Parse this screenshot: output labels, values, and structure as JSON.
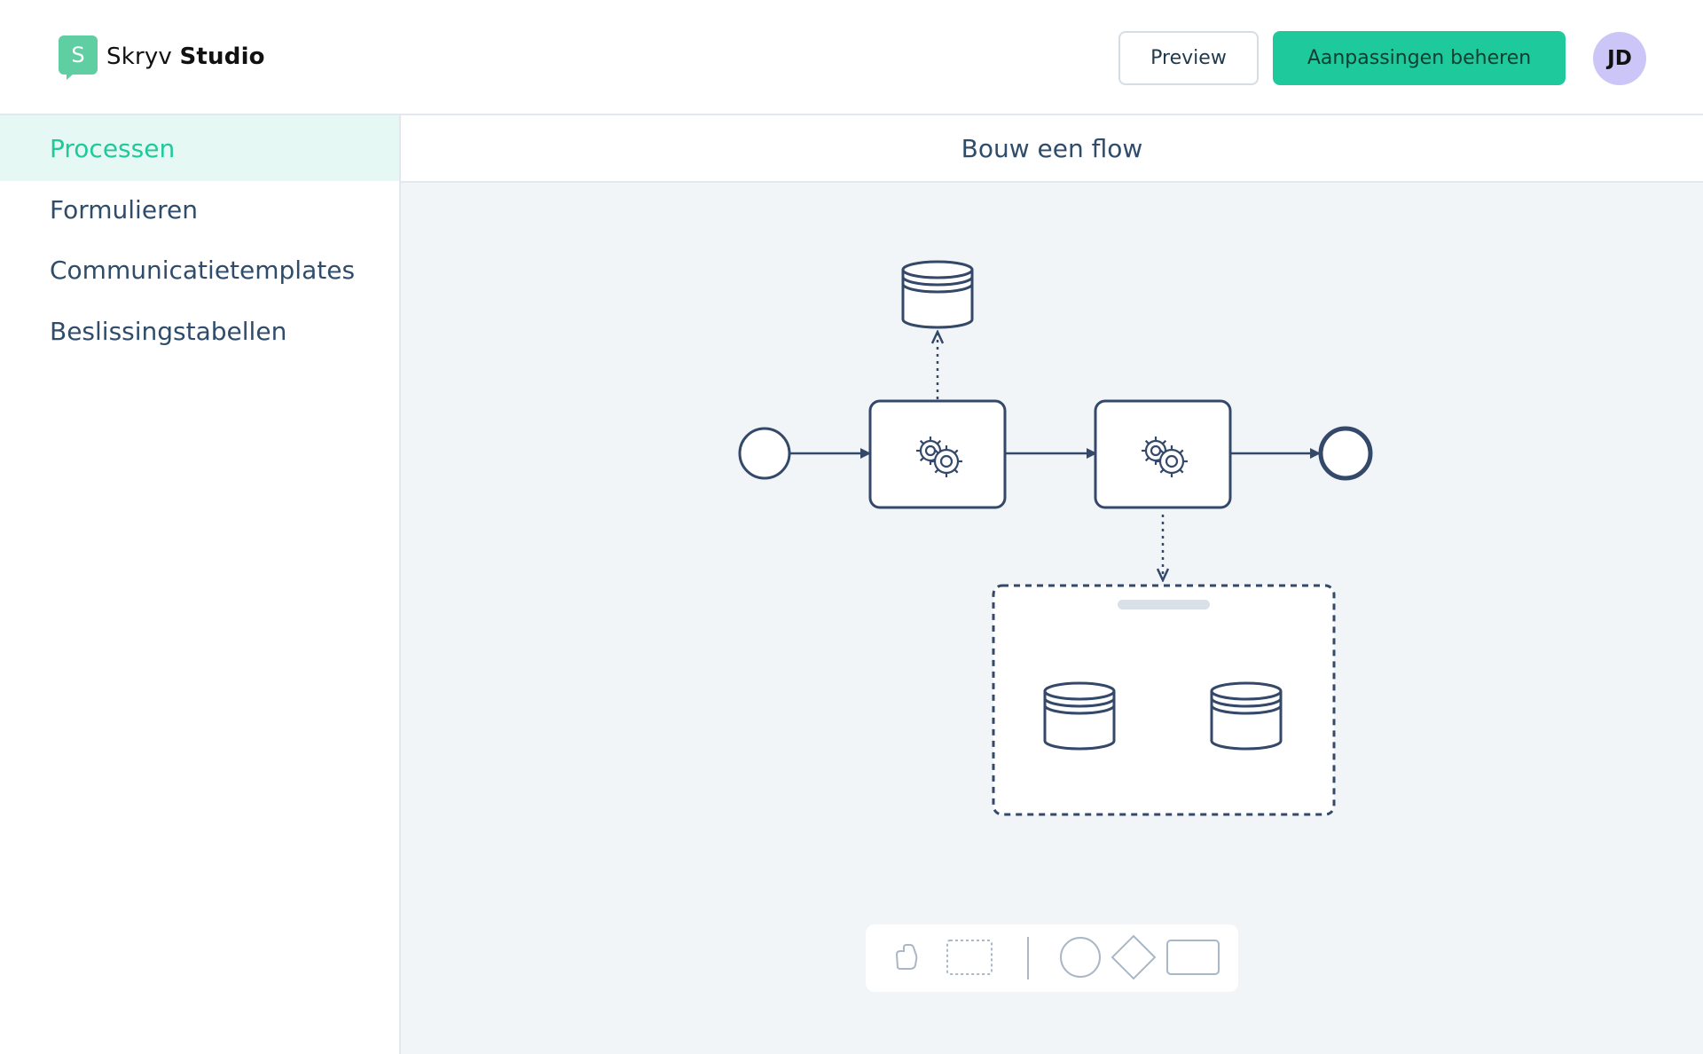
{
  "app": {
    "logo_letter": "S",
    "logo_name_regular": "Skryv",
    "logo_name_bold": "Studio"
  },
  "header": {
    "preview_label": "Preview",
    "manage_label": "Aanpassingen beheren",
    "avatar_initials": "JD"
  },
  "sidebar": {
    "items": [
      {
        "label": "Processen",
        "active": true
      },
      {
        "label": "Formulieren",
        "active": false
      },
      {
        "label": "Communicatietemplates",
        "active": false
      },
      {
        "label": "Beslissingstabellen",
        "active": false
      }
    ]
  },
  "main": {
    "title": "Bouw een flow"
  },
  "diagram": {
    "elements": [
      "start-event",
      "service-task",
      "service-task",
      "end-event",
      "data-store",
      "group-with-data-stores"
    ]
  },
  "toolbar": {
    "tools": [
      "hand-tool-icon",
      "lasso-select-icon",
      "circle-event-icon",
      "diamond-gateway-icon",
      "rectangle-task-icon"
    ]
  },
  "colors": {
    "accent": "#1ec99b",
    "nav_text": "#2f4c6b",
    "diagram_stroke": "#34496a",
    "canvas_bg": "#f1f5f8",
    "avatar_bg": "#cbc6f7"
  }
}
